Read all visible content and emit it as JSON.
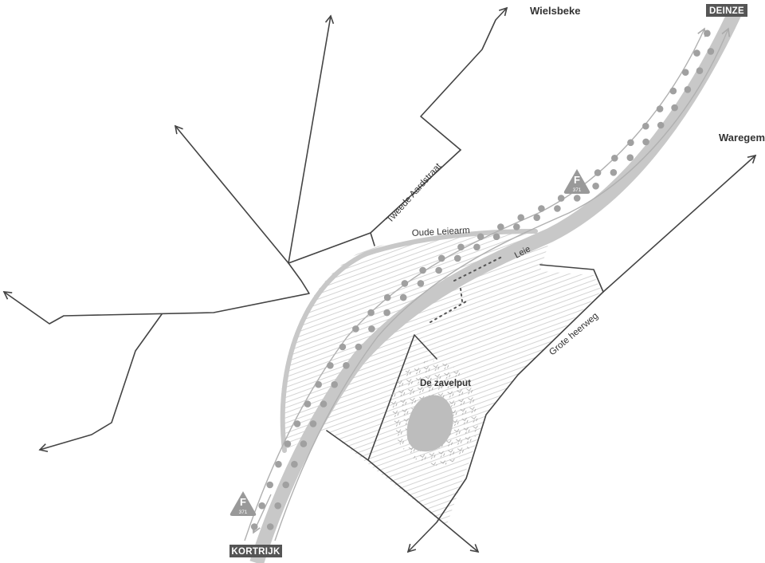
{
  "places": {
    "wielsbeke": "Wielsbeke",
    "waregem": "Waregem",
    "deinze": "DEINZE",
    "kortrijk": "KORTRIJK"
  },
  "streets": {
    "tweede_aardstraat": "Tweede Aardstraat",
    "oude_leiearm": "Oude Leiearm",
    "grote_heerweg": "Grote heerweg"
  },
  "water": {
    "leie": "Leie",
    "pond": "De zavelput"
  },
  "route": {
    "badge_letter": "F",
    "badge_number": "371"
  },
  "colors": {
    "road": "#444444",
    "river": "#c8c8c8",
    "path_dots": "#a0a0a0",
    "badge": "#999999",
    "tag": "#555555"
  },
  "icons": [
    "arrow-icon",
    "route-badge-icon"
  ]
}
